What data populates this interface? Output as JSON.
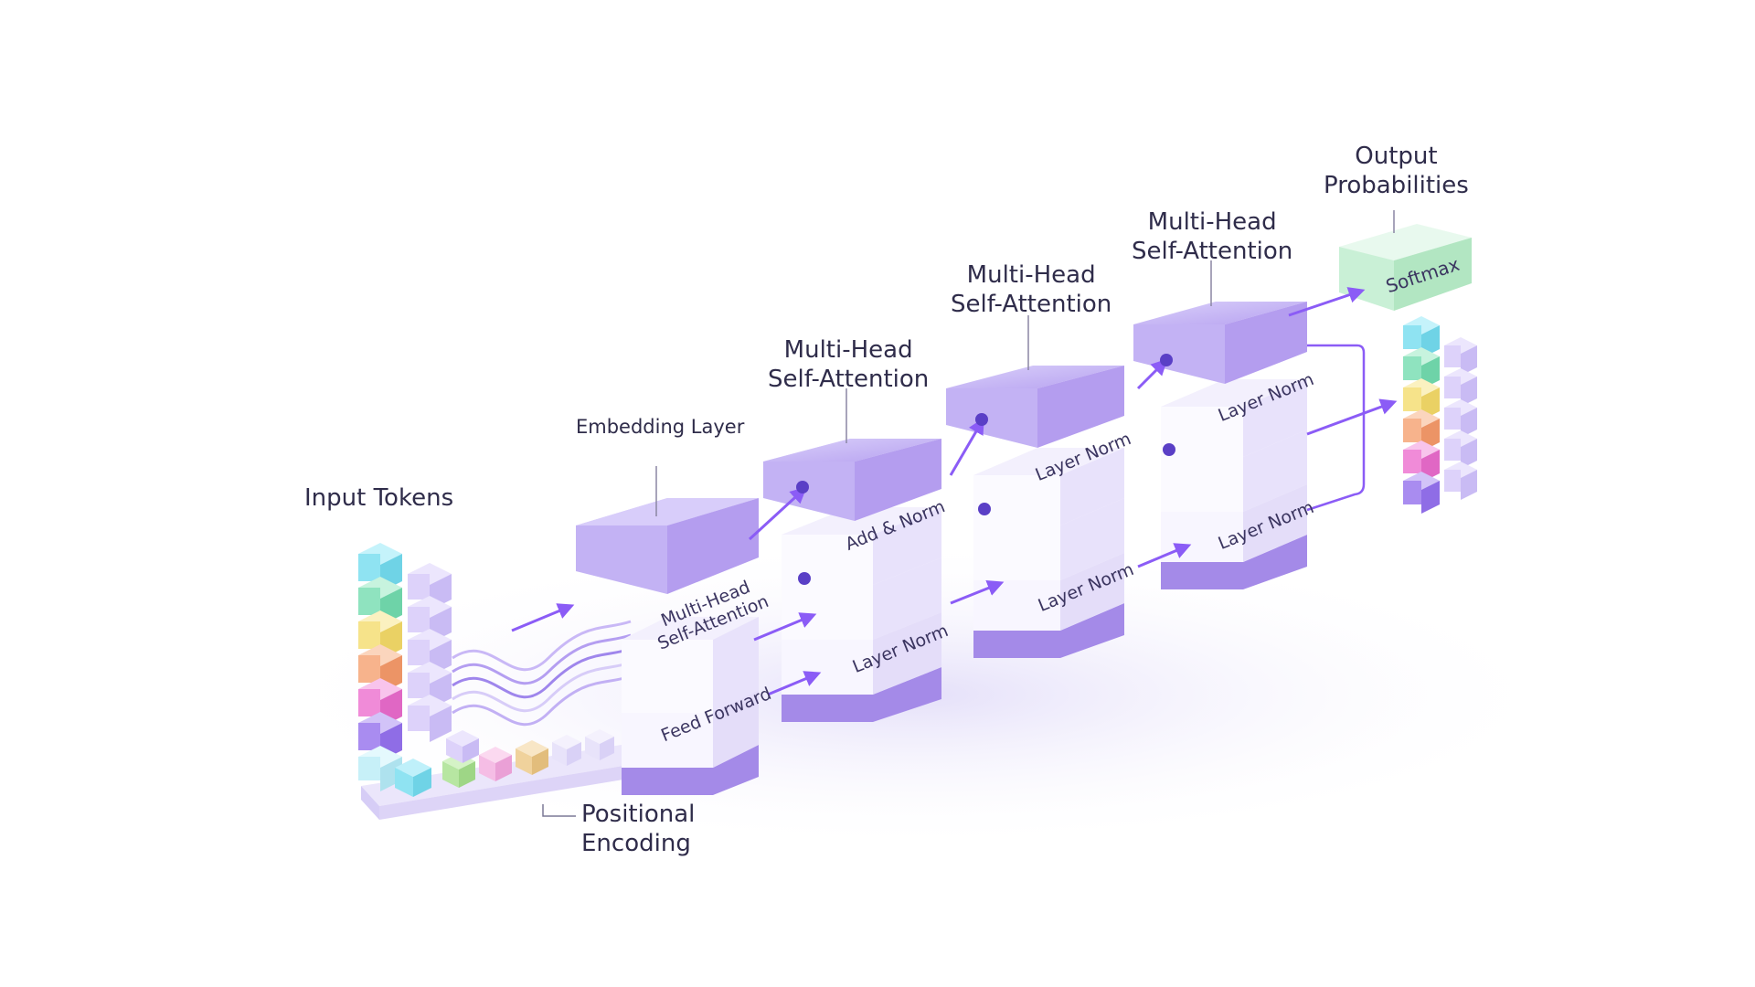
{
  "labels": {
    "input_tokens": "Input Tokens",
    "embedding_layer": "Embedding Layer",
    "positional_encoding_line1": "Positional",
    "positional_encoding_line2": "Encoding",
    "output_probabilities_line1": "Output",
    "output_probabilities_line2": "Probabilities"
  },
  "block_titles": [
    {
      "line1": "Multi-Head",
      "line2": "Self-Attention"
    },
    {
      "line1": "Multi-Head",
      "line2": "Self-Attention"
    },
    {
      "line1": "Multi-Head",
      "line2": "Self-Attention"
    }
  ],
  "block_faces": {
    "block1_mha_line1": "Multi-Head",
    "block1_mha_line2": "Self-Attention",
    "block1_ff": "Feed Forward",
    "block2_addnorm": "Add & Norm",
    "block2_layernorm": "Layer Norm",
    "block3_layernorm_top": "Layer Norm",
    "block3_layernorm_bottom": "Layer Norm",
    "block4_layernorm_top": "Layer Norm",
    "block4_layernorm_bottom": "Layer Norm",
    "softmax": "Softmax"
  },
  "colors": {
    "purple_top": "#b9a6f0",
    "purple_base": "#a48ae8",
    "layer_white": "#f3f0fd",
    "arrow": "#8b5cf6",
    "softmax_green": "#c9f0d6",
    "token_colors": [
      "#8fe3f2",
      "#8fe3bf",
      "#f6e38a",
      "#f7b38c",
      "#f08bd8",
      "#a98cf0"
    ]
  }
}
